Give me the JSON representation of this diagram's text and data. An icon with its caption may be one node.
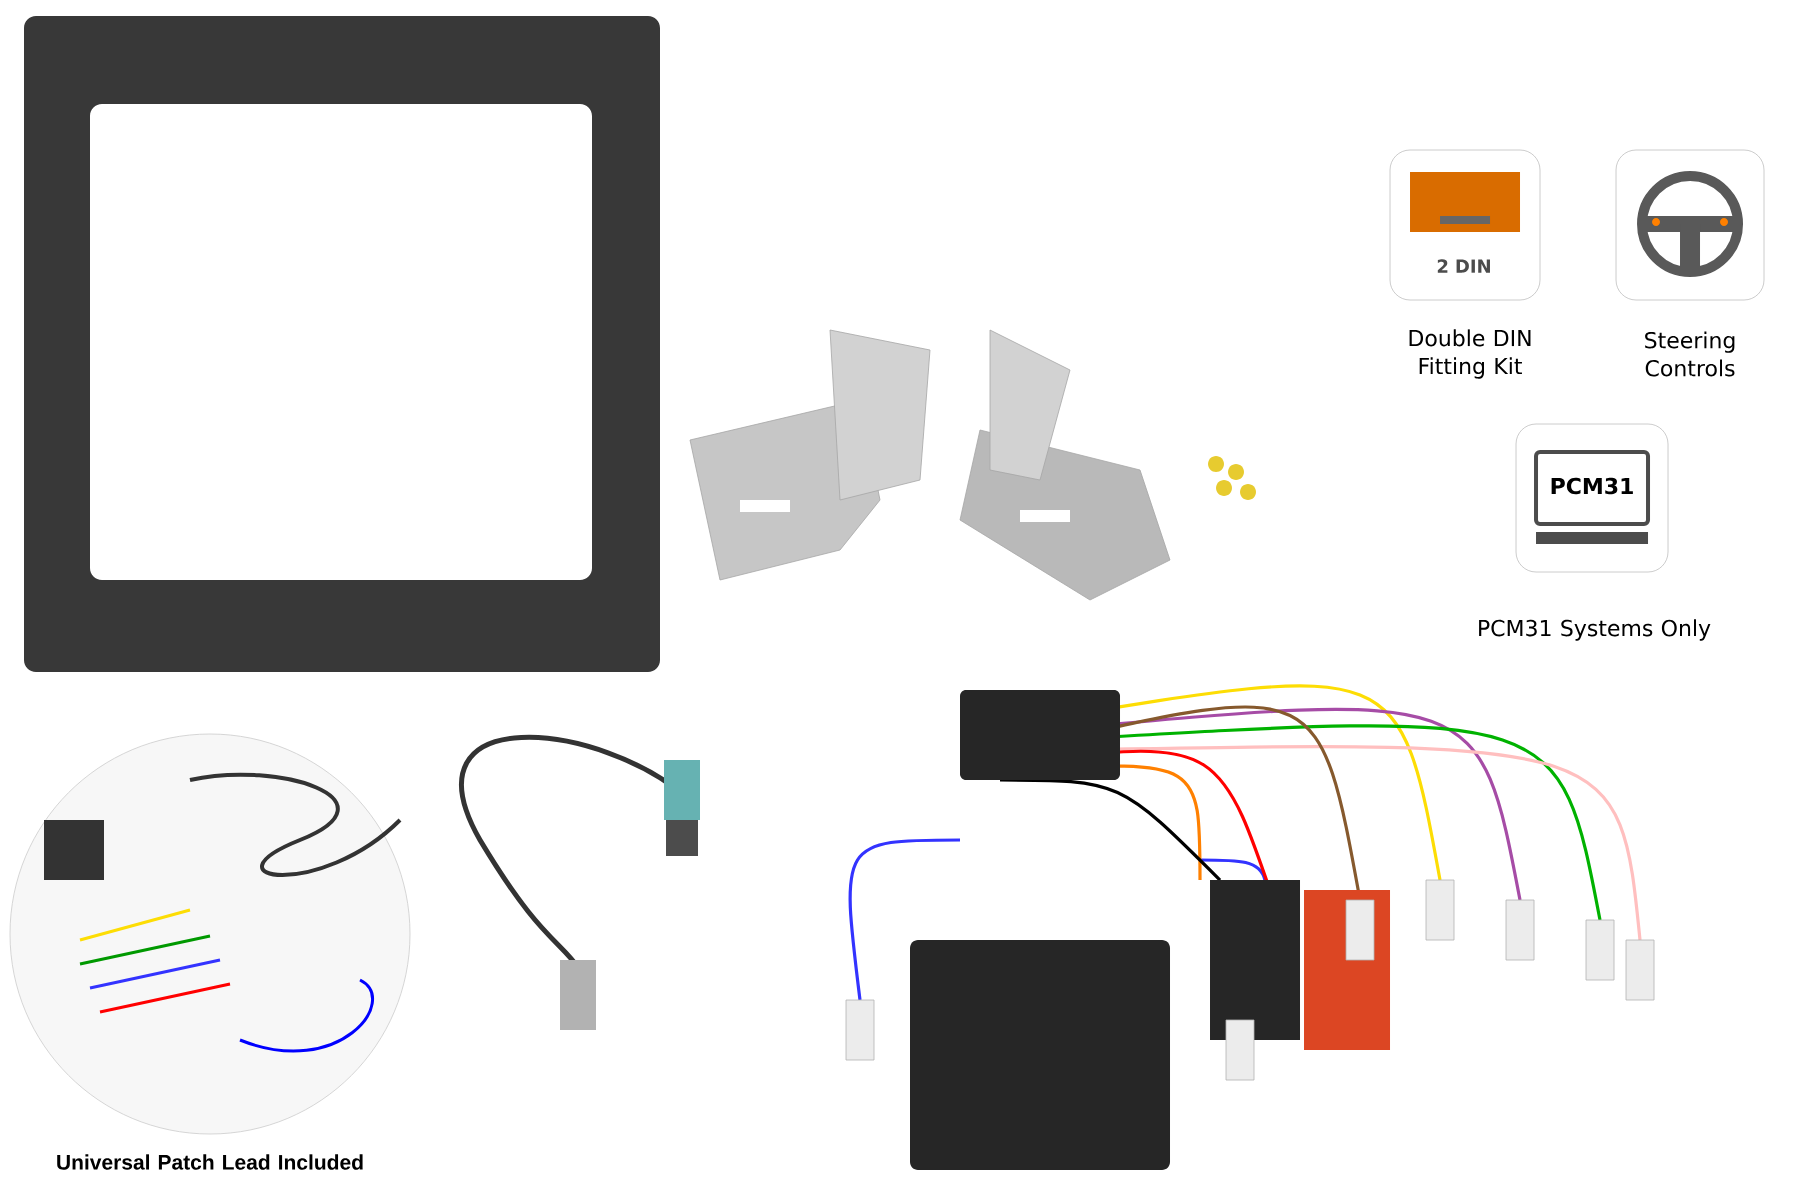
{
  "diagram": {
    "labels": [
      "2 DIN",
      "Double DIN Fitting Kit",
      "Steering Controls",
      "PCM31",
      "PCM31 Systems Only",
      "Universal Patch Lead Included"
    ]
  }
}
